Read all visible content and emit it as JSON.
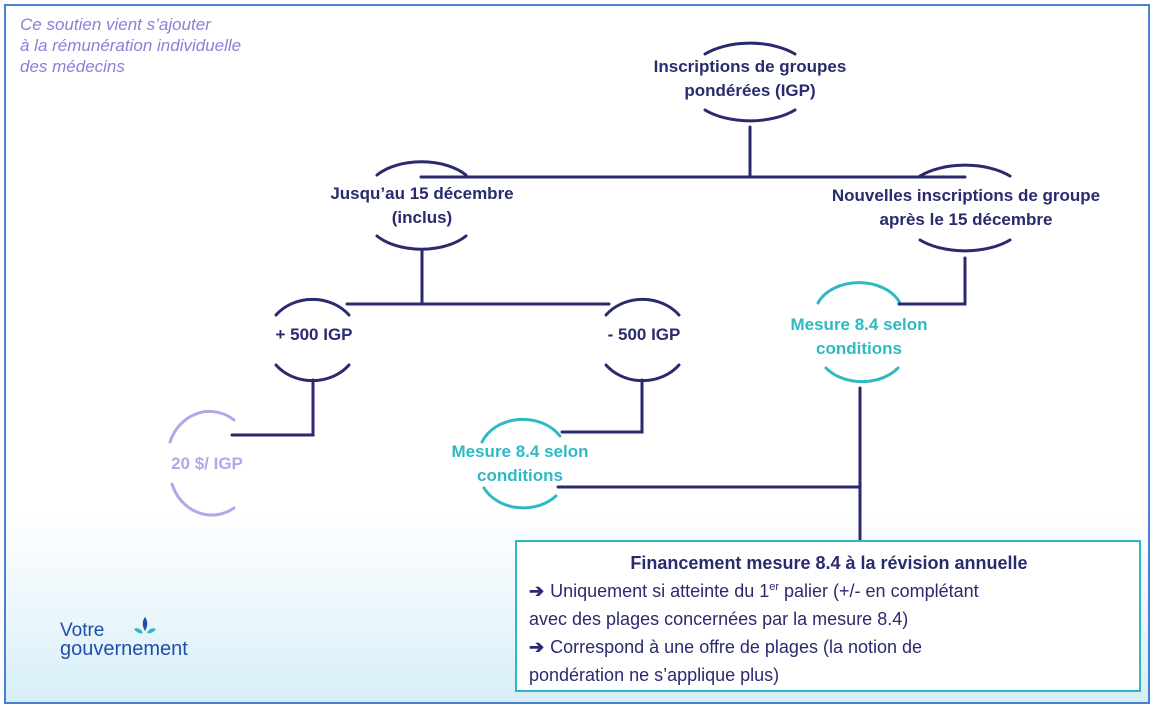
{
  "note": {
    "lines": [
      "Ce soutien vient s’ajouter",
      "à la rémunération individuelle",
      "des médecins"
    ]
  },
  "nodes": {
    "root": [
      "Inscriptions de groupes",
      "pondérées (IGP)"
    ],
    "left": [
      "Jusqu’au 15 décembre",
      "(inclus)"
    ],
    "right": [
      "Nouvelles inscriptions de groupe",
      "après le 15 décembre"
    ],
    "plus": [
      "+ 500 IGP"
    ],
    "minus": [
      "- 500 IGP"
    ],
    "mesure_right": [
      "Mesure 8.4 selon",
      "conditions"
    ],
    "mesure_mid": [
      "Mesure 8.4 selon",
      "conditions"
    ],
    "rate": [
      "20 $/ IGP"
    ]
  },
  "callout": {
    "title": "Financement mesure 8.4 à la révision annuelle",
    "arrow_glyph": "➔",
    "b1_before": "Uniquement si atteinte du 1",
    "b1_sup": "er",
    "b1_after": " palier (+/- en complétant",
    "b1_cont": "avec des plages concernées par la mesure 8.4)",
    "b2": "Correspond à une offre de plages (la notion de",
    "b2_cont": "pondération ne s’applique plus)"
  },
  "logo": {
    "word1": "Votre",
    "word2": "gouvernement",
    "icon": "fleur-de-lis-icon"
  },
  "colors": {
    "navy": "#2a2a6e",
    "teal": "#2fb9c2",
    "lavender": "#b0a9e8",
    "note": "#8a80d8",
    "frame": "#4a7fd4"
  }
}
